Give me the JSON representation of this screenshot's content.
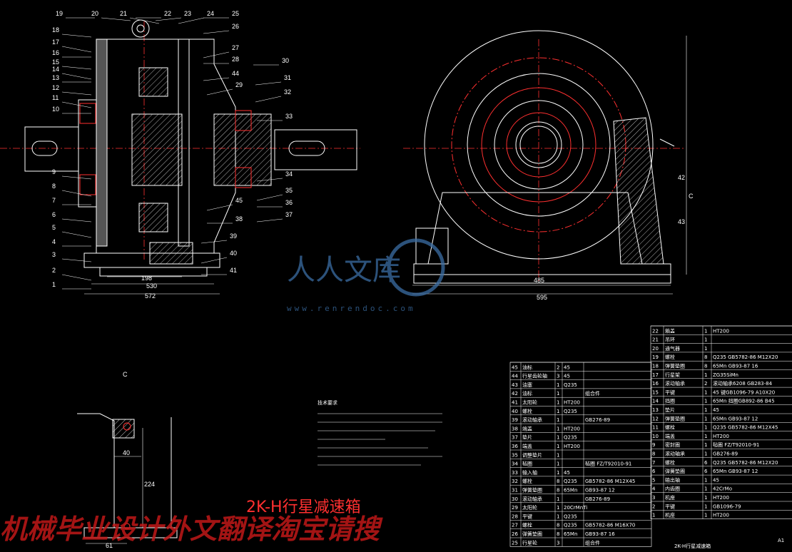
{
  "drawing_title": "2K-H行星减速箱",
  "title_block_name": "2K-H行星减速箱",
  "title_block_scale": "A1",
  "section_label_c": "C",
  "section_label_c2": "C",
  "left_view_labels": [
    "19",
    "20",
    "21",
    "22",
    "23",
    "24",
    "25",
    "26",
    "27",
    "28",
    "44",
    "29",
    "30",
    "31",
    "32",
    "33",
    "18",
    "17",
    "16",
    "15",
    "14",
    "13",
    "12",
    "11",
    "10",
    "9",
    "8",
    "7",
    "6",
    "5",
    "4",
    "3",
    "2",
    "1",
    "34",
    "35",
    "36",
    "37",
    "45",
    "38",
    "39",
    "40",
    "41"
  ],
  "dims": {
    "left_total": "572",
    "left_inner": "530",
    "left_inner2": "198",
    "right_total": "595",
    "right_inner": "485",
    "detail_w": "40",
    "detail_h": "224",
    "detail_base": "61"
  },
  "right_view_labels": {
    "l42": "42",
    "l43": "43"
  },
  "watermark": {
    "brand": "人人文库",
    "url": "www.renrendoc.com",
    "red": "机械毕业设计外文翻译淘宝请搜"
  },
  "notes_title": "技术要求",
  "bom_right": [
    {
      "no": "22",
      "name": "箱盖",
      "q": "1",
      "mat": "HT200"
    },
    {
      "no": "21",
      "name": "吊环",
      "q": "1",
      "mat": ""
    },
    {
      "no": "20",
      "name": "通气器",
      "q": "1",
      "mat": ""
    },
    {
      "no": "19",
      "name": "螺栓",
      "q": "8",
      "mat": "Q235 GB5782-86 M12X20"
    },
    {
      "no": "18",
      "name": "弹簧垫圈",
      "q": "8",
      "mat": "65Mn GB93-87 16"
    },
    {
      "no": "17",
      "name": "行星架",
      "q": "1",
      "mat": "ZG35SiMn"
    },
    {
      "no": "16",
      "name": "滚动轴承",
      "q": "2",
      "mat": "滚动轴承6208 GB283-84"
    },
    {
      "no": "15",
      "name": "平键",
      "q": "1",
      "mat": "45 键GB1096-79 A10X20"
    },
    {
      "no": "14",
      "name": "挡圈",
      "q": "1",
      "mat": "65Mn 挡圈GB892-86 B45"
    },
    {
      "no": "13",
      "name": "垫片",
      "q": "1",
      "mat": "45"
    },
    {
      "no": "12",
      "name": "弹簧垫圈",
      "q": "1",
      "mat": "65Mn GB93-87 12"
    },
    {
      "no": "11",
      "name": "螺栓",
      "q": "1",
      "mat": "Q235 GB5782-86 M12X45"
    },
    {
      "no": "10",
      "name": "端盖",
      "q": "1",
      "mat": "HT200"
    },
    {
      "no": "9",
      "name": "密封圈",
      "q": "1",
      "mat": "毡圈 FZ/T92010-91"
    },
    {
      "no": "8",
      "name": "滚动轴承",
      "q": "1",
      "mat": "GB276-89"
    },
    {
      "no": "7",
      "name": "螺栓",
      "q": "6",
      "mat": "Q235 GB5782-86 M12X20"
    },
    {
      "no": "6",
      "name": "弹簧垫圈",
      "q": "6",
      "mat": "65Mn GB93-87 12"
    },
    {
      "no": "5",
      "name": "输出轴",
      "q": "1",
      "mat": "45"
    },
    {
      "no": "4",
      "name": "内齿圈",
      "q": "1",
      "mat": "42CrMo"
    },
    {
      "no": "3",
      "name": "机座",
      "q": "1",
      "mat": "HT200"
    },
    {
      "no": "2",
      "name": "平键",
      "q": "1",
      "mat": "GB1096-79"
    },
    {
      "no": "1",
      "name": "机座",
      "q": "1",
      "mat": "HT200"
    }
  ],
  "bom_left": [
    {
      "no": "45",
      "name": "油标",
      "q": "2",
      "mat": "45",
      "std": ""
    },
    {
      "no": "44",
      "name": "行星齿轮轴",
      "q": "3",
      "mat": "45",
      "std": ""
    },
    {
      "no": "43",
      "name": "油塞",
      "q": "1",
      "mat": "Q235",
      "std": ""
    },
    {
      "no": "42",
      "name": "油标",
      "q": "1",
      "mat": "",
      "std": "组合件"
    },
    {
      "no": "41",
      "name": "太阳轮",
      "q": "1",
      "mat": "HT200",
      "std": ""
    },
    {
      "no": "40",
      "name": "螺栓",
      "q": "1",
      "mat": "Q235",
      "std": ""
    },
    {
      "no": "39",
      "name": "滚动轴承",
      "q": "1",
      "mat": "",
      "std": "GB276-89"
    },
    {
      "no": "38",
      "name": "端盖",
      "q": "1",
      "mat": "HT200",
      "std": ""
    },
    {
      "no": "37",
      "name": "垫片",
      "q": "1",
      "mat": "Q235",
      "std": ""
    },
    {
      "no": "36",
      "name": "端盖",
      "q": "1",
      "mat": "HT200",
      "std": ""
    },
    {
      "no": "35",
      "name": "调整垫片",
      "q": "1",
      "mat": "",
      "std": ""
    },
    {
      "no": "34",
      "name": "毡圈",
      "q": "1",
      "mat": "",
      "std": "毡圈 FZ/T92010-91"
    },
    {
      "no": "33",
      "name": "输入轴",
      "q": "1",
      "mat": "45",
      "std": ""
    },
    {
      "no": "32",
      "name": "螺栓",
      "q": "8",
      "mat": "Q235",
      "std": "GB5782-86 M12X45"
    },
    {
      "no": "31",
      "name": "弹簧垫圈",
      "q": "8",
      "mat": "65Mn",
      "std": "GB93-87 12"
    },
    {
      "no": "30",
      "name": "滚动轴承",
      "q": "1",
      "mat": "",
      "std": "GB276-89"
    },
    {
      "no": "29",
      "name": "太阳轮",
      "q": "1",
      "mat": "20CrMnTi",
      "std": ""
    },
    {
      "no": "28",
      "name": "平键",
      "q": "1",
      "mat": "Q235",
      "std": ""
    },
    {
      "no": "27",
      "name": "螺栓",
      "q": "8",
      "mat": "Q235",
      "std": "GB5782-86 M16X70"
    },
    {
      "no": "26",
      "name": "弹簧垫圈",
      "q": "8",
      "mat": "65Mn",
      "std": "GB93-87 16"
    },
    {
      "no": "25",
      "name": "行星轮",
      "q": "3",
      "mat": "",
      "std": "组合件"
    }
  ]
}
